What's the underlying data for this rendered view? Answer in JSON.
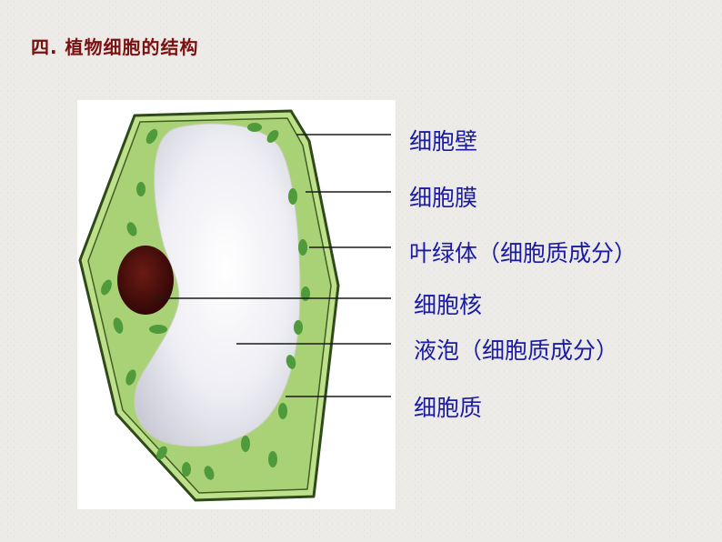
{
  "slide": {
    "title": "四. 植物细胞的结构"
  },
  "labels": {
    "cell_wall": "细胞壁",
    "cell_membrane": "细胞膜",
    "chloroplast": "叶绿体（细胞质成分）",
    "nucleus": "细胞核",
    "vacuole": "液泡（细胞质成分）",
    "cytoplasm": "细胞质"
  },
  "colors": {
    "title": "#7a1010",
    "label": "#1a1aa6",
    "cytoplasm": "#a9d277",
    "chloroplast": "#4f9a3a",
    "nucleus": "#4a0d0d",
    "vacuole": "#e6e6ee",
    "background": "#ecebe7"
  }
}
